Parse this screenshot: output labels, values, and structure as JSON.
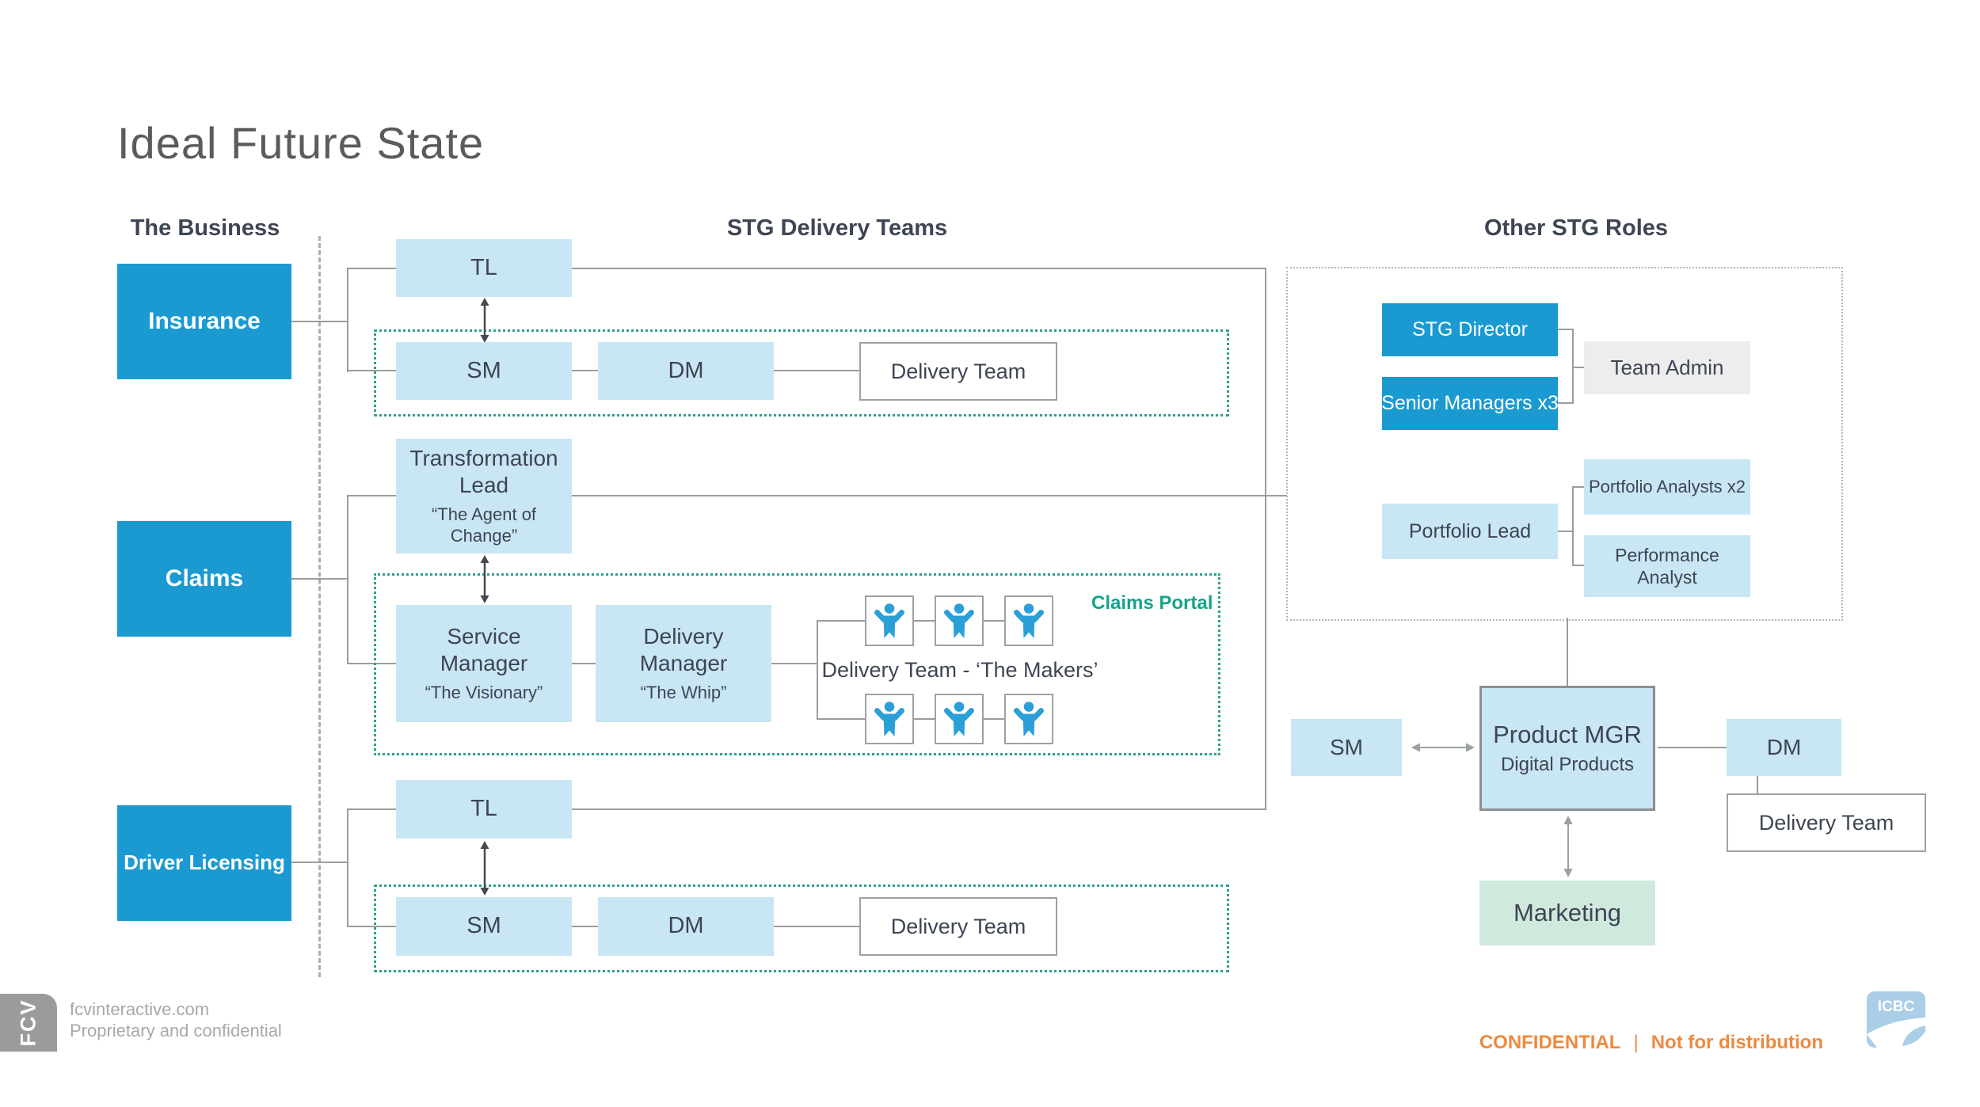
{
  "title": "Ideal Future State",
  "headers": {
    "business": "The Business",
    "delivery": "STG Delivery Teams",
    "other": "Other STG Roles"
  },
  "business_units": {
    "insurance": "Insurance",
    "claims": "Claims",
    "driver_licensing": "Driver Licensing"
  },
  "insurance_team": {
    "tl": "TL",
    "sm": "SM",
    "dm": "DM",
    "delivery_team": "Delivery Team"
  },
  "claims_team": {
    "transformation_lead_title": "Transformation Lead",
    "transformation_lead_quote": "“The Agent of Change”",
    "service_manager_title": "Service Manager",
    "service_manager_quote": "“The Visionary”",
    "delivery_manager_title": "Delivery Manager",
    "delivery_manager_quote": "“The Whip”",
    "team_label": "Delivery Team - ‘The Makers’",
    "portal_label": "Claims Portal",
    "team_member_count": 6
  },
  "licensing_team": {
    "tl": "TL",
    "sm": "SM",
    "dm": "DM",
    "delivery_team": "Delivery Team"
  },
  "other_stg_roles": {
    "stg_director": "STG Director",
    "senior_managers": "Senior Managers x3",
    "team_admin": "Team Admin",
    "portfolio_lead": "Portfolio Lead",
    "portfolio_analysts": "Portfolio Analysts x2",
    "performance_analyst": "Performance Analyst"
  },
  "digital_products_group": {
    "sm": "SM",
    "product_mgr_title": "Product MGR",
    "product_mgr_subtitle": "Digital Products",
    "dm": "DM",
    "delivery_team": "Delivery Team",
    "marketing": "Marketing"
  },
  "footer": {
    "logo": "FCV",
    "website": "fcvinteractive.com",
    "note": "Proprietary and confidential",
    "confidential": "CONFIDENTIAL",
    "separator": "|",
    "distribution": "Not for distribution",
    "brand": "ICBC"
  },
  "colors": {
    "brand_blue": "#1b9ad1",
    "light_blue": "#c9e6f4",
    "teal_dotted": "#2aa18d",
    "teal_text": "#14a38b",
    "mint_green": "#cfe9dd",
    "admin_gray": "#ededee",
    "line_gray": "#9c9c9c",
    "dark_text": "#3e4553",
    "title_gray": "#595b5e",
    "orange": "#ed8a3f",
    "footer_gray": "#a8a8a8",
    "fcv_gray": "#9b9b9b",
    "icbc_blue": "#a9cee6",
    "person_blue": "#2b9fd8",
    "dot_gray": "#b5b5b5",
    "box_border_gray": "#9ea1a3"
  }
}
